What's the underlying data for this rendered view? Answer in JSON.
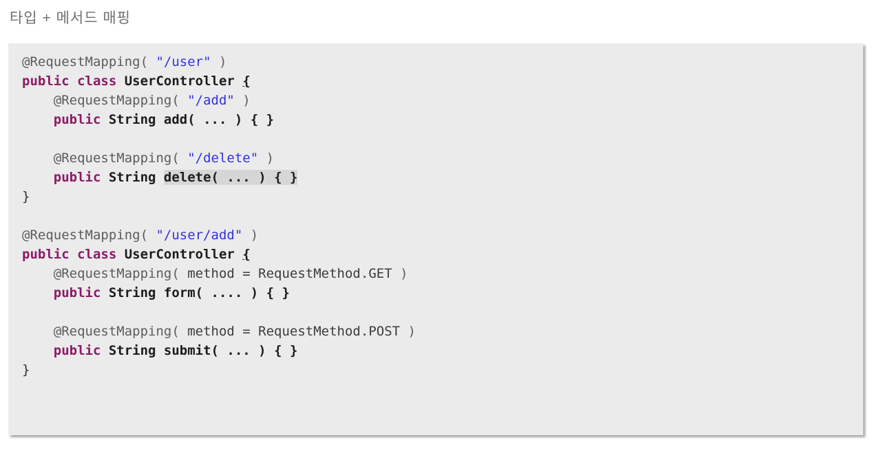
{
  "title": "타입 + 메서드 매핑",
  "colors": {
    "title_gray": "#6f6f6f",
    "code_background": "#ebebec",
    "annotation_gray": "#5c5c5c",
    "string_blue": "#3232e0",
    "keyword_purple": "#8c1a64",
    "text_black": "#1c1c1c",
    "highlight_gray": "#d6d6d6"
  },
  "code": {
    "language": "java",
    "lines": [
      {
        "segments": [
          {
            "text": "@RequestMapping( ",
            "style": "annotation"
          },
          {
            "text": "\"/user\"",
            "style": "string"
          },
          {
            "text": " )",
            "style": "annotation"
          }
        ]
      },
      {
        "segments": [
          {
            "text": "public class ",
            "style": "keyword"
          },
          {
            "text": "UserController ",
            "style": "name"
          },
          {
            "text": "{",
            "style": "brace"
          }
        ]
      },
      {
        "segments": [
          {
            "text": "    @RequestMapping( ",
            "style": "annotation"
          },
          {
            "text": "\"/add\"",
            "style": "string"
          },
          {
            "text": " )",
            "style": "annotation"
          }
        ]
      },
      {
        "segments": [
          {
            "text": "    ",
            "style": "plain"
          },
          {
            "text": "public",
            "style": "keyword"
          },
          {
            "text": " String add( ... ) { }",
            "style": "name"
          }
        ]
      },
      {
        "segments": []
      },
      {
        "segments": [
          {
            "text": "    @RequestMapping( ",
            "style": "annotation"
          },
          {
            "text": "\"/delete\"",
            "style": "string"
          },
          {
            "text": " )",
            "style": "annotation"
          }
        ]
      },
      {
        "segments": [
          {
            "text": "    ",
            "style": "plain"
          },
          {
            "text": "public",
            "style": "keyword"
          },
          {
            "text": " String ",
            "style": "name"
          },
          {
            "text": "delete( ... ) { }",
            "style": "highlight"
          }
        ]
      },
      {
        "segments": [
          {
            "text": "}",
            "style": "close"
          }
        ]
      },
      {
        "segments": []
      },
      {
        "segments": [
          {
            "text": "@RequestMapping( ",
            "style": "annotation"
          },
          {
            "text": "\"/user/add\"",
            "style": "string"
          },
          {
            "text": " )",
            "style": "annotation"
          }
        ]
      },
      {
        "segments": [
          {
            "text": "public class ",
            "style": "keyword"
          },
          {
            "text": "UserController ",
            "style": "name"
          },
          {
            "text": "{",
            "style": "brace"
          }
        ]
      },
      {
        "segments": [
          {
            "text": "    @RequestMapping( ",
            "style": "annotation"
          },
          {
            "text": "method = RequestMethod.GET",
            "style": "plain"
          },
          {
            "text": " )",
            "style": "annotation"
          }
        ]
      },
      {
        "segments": [
          {
            "text": "    ",
            "style": "plain"
          },
          {
            "text": "public",
            "style": "keyword"
          },
          {
            "text": " String form( .... ) { }",
            "style": "name"
          }
        ]
      },
      {
        "segments": []
      },
      {
        "segments": [
          {
            "text": "    @RequestMapping( ",
            "style": "annotation"
          },
          {
            "text": "method = RequestMethod.POST",
            "style": "plain"
          },
          {
            "text": " )",
            "style": "annotation"
          }
        ]
      },
      {
        "segments": [
          {
            "text": "    ",
            "style": "plain"
          },
          {
            "text": "public",
            "style": "keyword"
          },
          {
            "text": " String submit( ... ) { }",
            "style": "name"
          }
        ]
      },
      {
        "segments": [
          {
            "text": "}",
            "style": "close"
          }
        ]
      }
    ]
  }
}
